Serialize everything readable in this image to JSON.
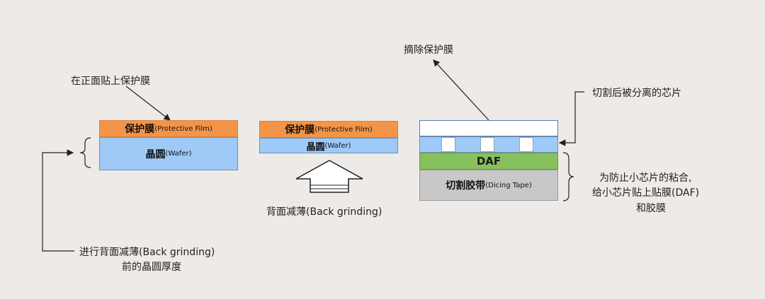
{
  "labels": {
    "apply_film": "在正面贴上保护膜",
    "thickness_line1": "进行背面减薄(Back grinding)",
    "thickness_line2": "前的晶圆厚度",
    "back_grinding": "背面减薄(Back grinding)",
    "remove_film": "摘除保护膜",
    "separated_chips": "切割后被分离的芯片",
    "daf_note_line1": "为防止小芯片的粘合,",
    "daf_note_line2": "给小芯片贴上贴膜(DAF)",
    "daf_note_line3": "和胶膜"
  },
  "layers": {
    "film_main": "保护膜",
    "film_sub": "(Protective Film)",
    "wafer_main": "晶圆",
    "wafer_sub": "(Wafer)",
    "daf": "DAF",
    "tape_main": "切割胶带",
    "tape_sub": "(Dicing Tape)"
  },
  "colors": {
    "protective_film": "#f39448",
    "wafer": "#9fcaf7",
    "daf": "#86c15b",
    "dicing_tape": "#c8c8c8",
    "background": "#edeae7"
  }
}
